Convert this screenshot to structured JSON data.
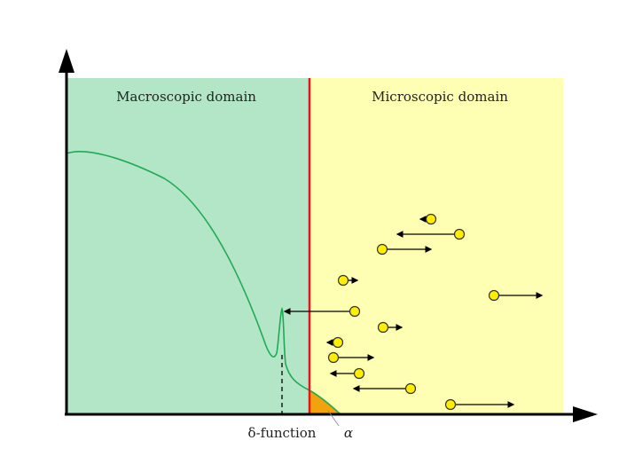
{
  "labels": {
    "macroscopic": "Macroscopic domain",
    "microscopic": "Microscopic domain",
    "delta_function": "δ-function",
    "alpha": "α"
  },
  "colors": {
    "macro_bg": "#b3e6c6",
    "micro_bg": "#ffffb3",
    "interface": "#e8141c",
    "curve": "#1faa55",
    "particle_fill": "#ffee00",
    "particle_stroke": "#333333",
    "alpha_fill": "#f2a20c",
    "axis": "#000000"
  },
  "particles": [
    {
      "direction": "left",
      "length": "short"
    },
    {
      "direction": "left",
      "length": "long"
    },
    {
      "direction": "right",
      "length": "long"
    },
    {
      "direction": "right",
      "length": "short"
    },
    {
      "direction": "right",
      "length": "long"
    },
    {
      "direction": "left",
      "length": "long"
    },
    {
      "direction": "right",
      "length": "short"
    },
    {
      "direction": "left",
      "length": "short"
    },
    {
      "direction": "right",
      "length": "long"
    },
    {
      "direction": "left",
      "length": "short"
    },
    {
      "direction": "left",
      "length": "long"
    },
    {
      "direction": "right",
      "length": "long"
    }
  ]
}
